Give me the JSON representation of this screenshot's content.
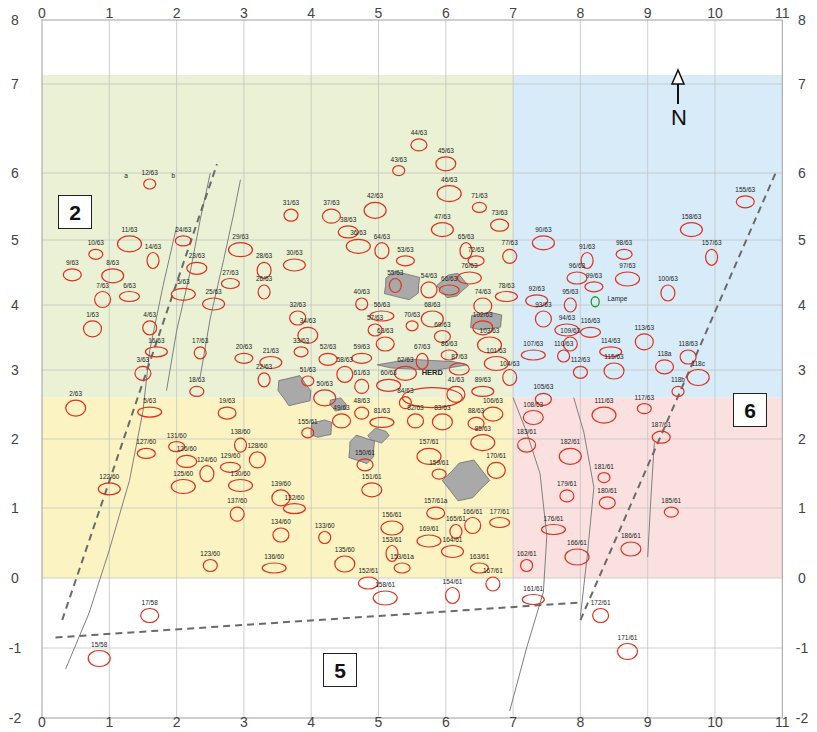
{
  "diagram": {
    "nodes": [
      {
        "text": [
          "2"
        ]
      },
      {
        "text": [
          "5"
        ]
      },
      {
        "text": [
          "6"
        ]
      }
    ],
    "labels": [
      "0",
      "1",
      "2",
      "3",
      "4",
      "5",
      "6",
      "7",
      "8",
      "9",
      "10",
      "11",
      "0",
      "1",
      "2",
      "3",
      "4",
      "5",
      "6",
      "7",
      "8",
      "9",
      "10",
      "11",
      "8",
      "7",
      "6",
      "5",
      "4",
      "3",
      "2",
      "1",
      "0",
      "-1",
      "-2",
      "8",
      "7",
      "6",
      "5",
      "4",
      "3",
      "2",
      "1",
      "0",
      "-1",
      "-2",
      "N",
      "HERD",
      "Lampe",
      "12/63",
      "a",
      "b",
      "11/63",
      "10/63",
      "9/63",
      "8/63",
      "14/63",
      "24/63",
      "23/63",
      "29/63",
      "28/63",
      "27/63",
      "25/63",
      "26/63",
      "7/63",
      "6/63",
      "5/63",
      "4/63",
      "1/63",
      "16/63",
      "17/63",
      "3/63",
      "2/63",
      "5/63",
      "31/63",
      "37/63",
      "42/63",
      "43/63",
      "44/63",
      "45/63",
      "46/63",
      "71/63",
      "73/63",
      "47/63",
      "65/63",
      "72/63",
      "38/63",
      "36/63",
      "64/63",
      "53/63",
      "30/63",
      "55/63",
      "54/63",
      "66/63",
      "76/63",
      "77/63",
      "74/63",
      "78/63",
      "40/63",
      "32/63",
      "34/63",
      "56/63",
      "57/63",
      "63/63",
      "68/63",
      "70/63",
      "69/63",
      "102/63",
      "103/63",
      "33/63",
      "52/63",
      "62/63",
      "67/63",
      "86/63",
      "87/63",
      "101/63",
      "104/63",
      "20/63",
      "21/63",
      "22/63",
      "58/63",
      "59/63",
      "60/63",
      "61/63",
      "41/63",
      "89/63",
      "84/63",
      "82/63",
      "83/63",
      "81/63",
      "48/63",
      "49/63",
      "50/63",
      "51/63",
      "88/63",
      "106/63",
      "85/63",
      "18/63",
      "19/63",
      "90/63",
      "91/63",
      "98/63",
      "96/63",
      "97/63",
      "100/63",
      "99/63",
      "92/63",
      "95/63",
      "93/63",
      "116/63",
      "94/63",
      "109/63",
      "113/63",
      "114/63",
      "110/63",
      "118/63",
      "115/63",
      "107/63",
      "112/63",
      "118a",
      "118c",
      "118b",
      "105/63",
      "108/63",
      "111/63",
      "117/63",
      "155/63",
      "158/63",
      "157/63",
      "131/60",
      "126/60",
      "125/60",
      "124/60",
      "127/60",
      "122/60",
      "138/60",
      "128/60",
      "129/60",
      "130/60",
      "137/60",
      "139/60",
      "132/60",
      "133/60",
      "134/60",
      "135/60",
      "136/60",
      "123/60",
      "17/58",
      "15/58",
      "155/61",
      "150/61",
      "151/61",
      "157/61",
      "159/61",
      "157/61a",
      "156/61",
      "153/61",
      "153/61a",
      "152/61",
      "158/61",
      "154/61",
      "163/61",
      "164/61",
      "165/61",
      "166/61",
      "177/61",
      "169/61",
      "167/61",
      "170/61",
      "161/61",
      "162/61",
      "172/61",
      "171/61",
      "176/61",
      "179/61",
      "183/61",
      "182/61",
      "181/61",
      "180/61",
      "186/61",
      "166/61",
      "185/61",
      "187/61"
    ]
  }
}
